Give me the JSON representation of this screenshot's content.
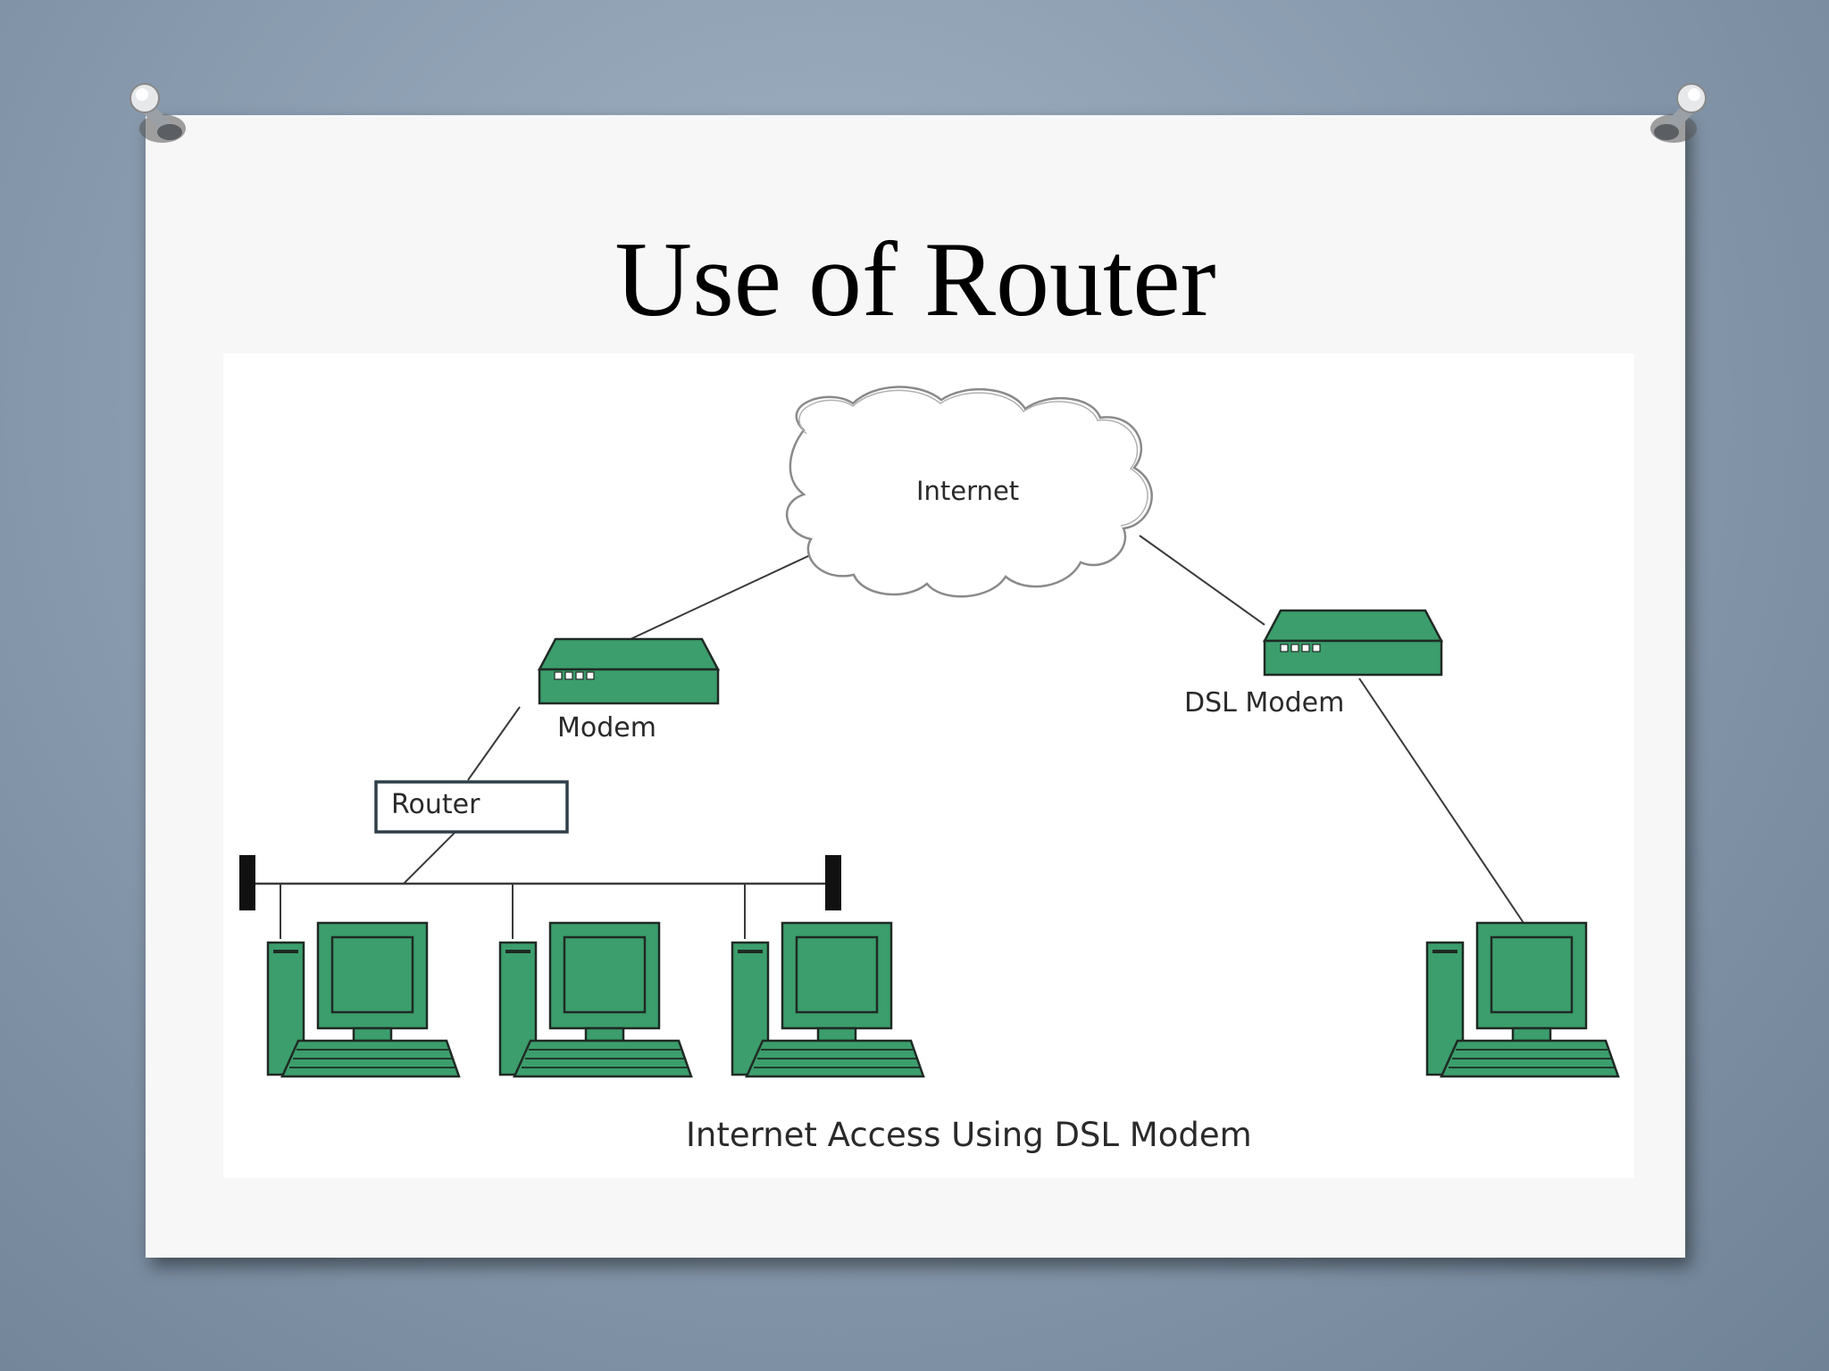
{
  "slide": {
    "title": "Use of Router"
  },
  "diagram": {
    "nodes": {
      "internet": "Internet",
      "modem": "Modem",
      "router": "Router",
      "dsl_modem": "DSL Modem"
    },
    "caption": "Internet Access Using DSL Modem",
    "colors": {
      "device_fill": "#3b9e6c",
      "device_stroke": "#1f2a24",
      "line": "#3a3a3a"
    },
    "icons": [
      "cloud-icon",
      "modem-icon",
      "router-box",
      "computer-icon",
      "bus-terminator-icon"
    ]
  }
}
